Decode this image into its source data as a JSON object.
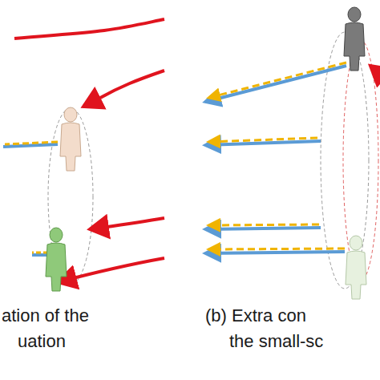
{
  "diagram": {
    "labels": [
      "ation of the",
      "uation",
      "(b) Extra con",
      "the small-sc"
    ]
  }
}
